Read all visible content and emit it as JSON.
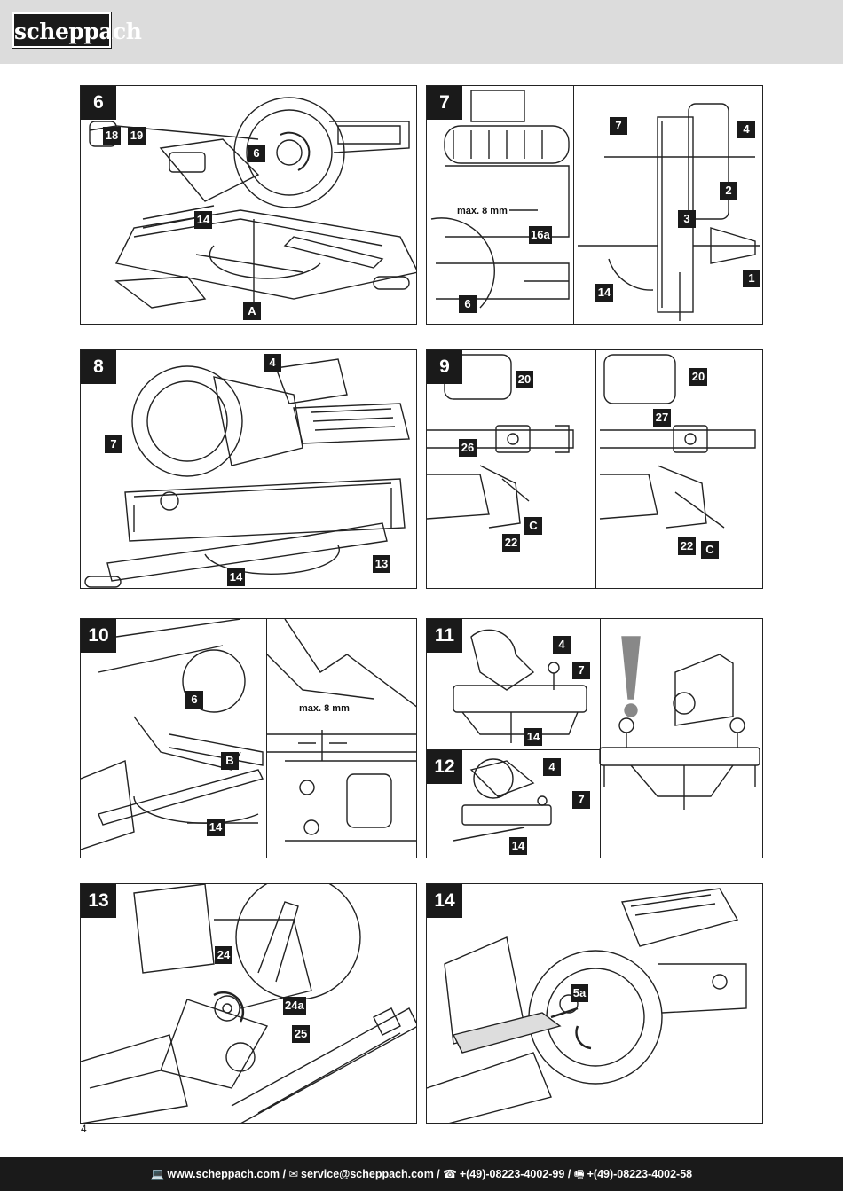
{
  "header": {
    "logo_text": "scheppach"
  },
  "figures": {
    "f6": {
      "number": "6",
      "tags": [
        "18",
        "19",
        "6",
        "14",
        "A"
      ]
    },
    "f7": {
      "number": "7",
      "note": "max. 8 mm",
      "tags": [
        "16a",
        "6",
        "7",
        "4",
        "2",
        "3",
        "14",
        "1"
      ]
    },
    "f8": {
      "number": "8",
      "tags": [
        "4",
        "7",
        "13",
        "14"
      ]
    },
    "f9": {
      "number": "9",
      "tags": [
        "20",
        "26",
        "C",
        "22",
        "20",
        "27",
        "22",
        "C"
      ]
    },
    "f10": {
      "number": "10",
      "note": "max. 8 mm",
      "tags": [
        "6",
        "B",
        "14"
      ]
    },
    "f11": {
      "number": "11",
      "tags": [
        "4",
        "7",
        "14"
      ]
    },
    "f12": {
      "number": "12",
      "tags": [
        "4",
        "7",
        "14"
      ]
    },
    "f13": {
      "number": "13",
      "tags": [
        "24",
        "24a",
        "25"
      ]
    },
    "f14": {
      "number": "14",
      "tags": [
        "5a"
      ]
    }
  },
  "page_number": "4",
  "footer": {
    "web": "www.scheppach.com",
    "email": "service@scheppach.com",
    "phone": "+(49)-08223-4002-99",
    "fax": "+(49)-08223-4002-58",
    "separator": "/",
    "icons": {
      "web": "computer-icon",
      "email": "envelope-icon",
      "phone": "telephone-icon",
      "fax": "fax-icon"
    }
  }
}
